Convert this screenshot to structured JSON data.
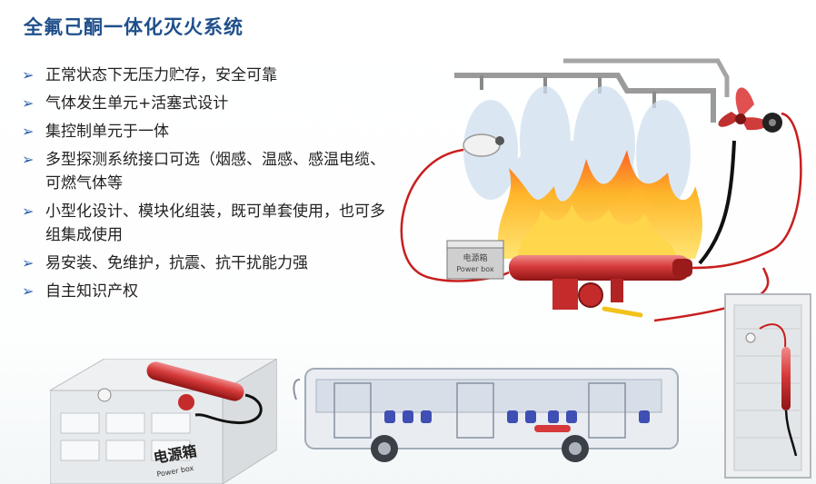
{
  "title": "全氟己酮一体化灭火系统",
  "bullets": [
    "正常状态下无压力贮存，安全可靠",
    "气体发生单元+活塞式设计",
    "集控制单元于一体",
    "多型探测系统接口可选（烟感、温感、感温电缆、可燃气体等",
    "小型化设计、模块化组装，既可单套使用，也可多组集成使用",
    "易安装、免维护，抗震、抗干扰能力强",
    "自主知识产权"
  ],
  "bullet_icon": "chevron-right-icon",
  "main_diagram": {
    "power_box_cn": "电源箱",
    "power_box_en": "Power box"
  },
  "cabinet_diagram": {
    "label_cn": "电源箱",
    "label_en": "Power box"
  },
  "colors": {
    "title": "#1f4f8b",
    "bullet_arrow": "#2c63b0",
    "cable": "#c81e1e",
    "cylinder": "#d63a3a"
  }
}
